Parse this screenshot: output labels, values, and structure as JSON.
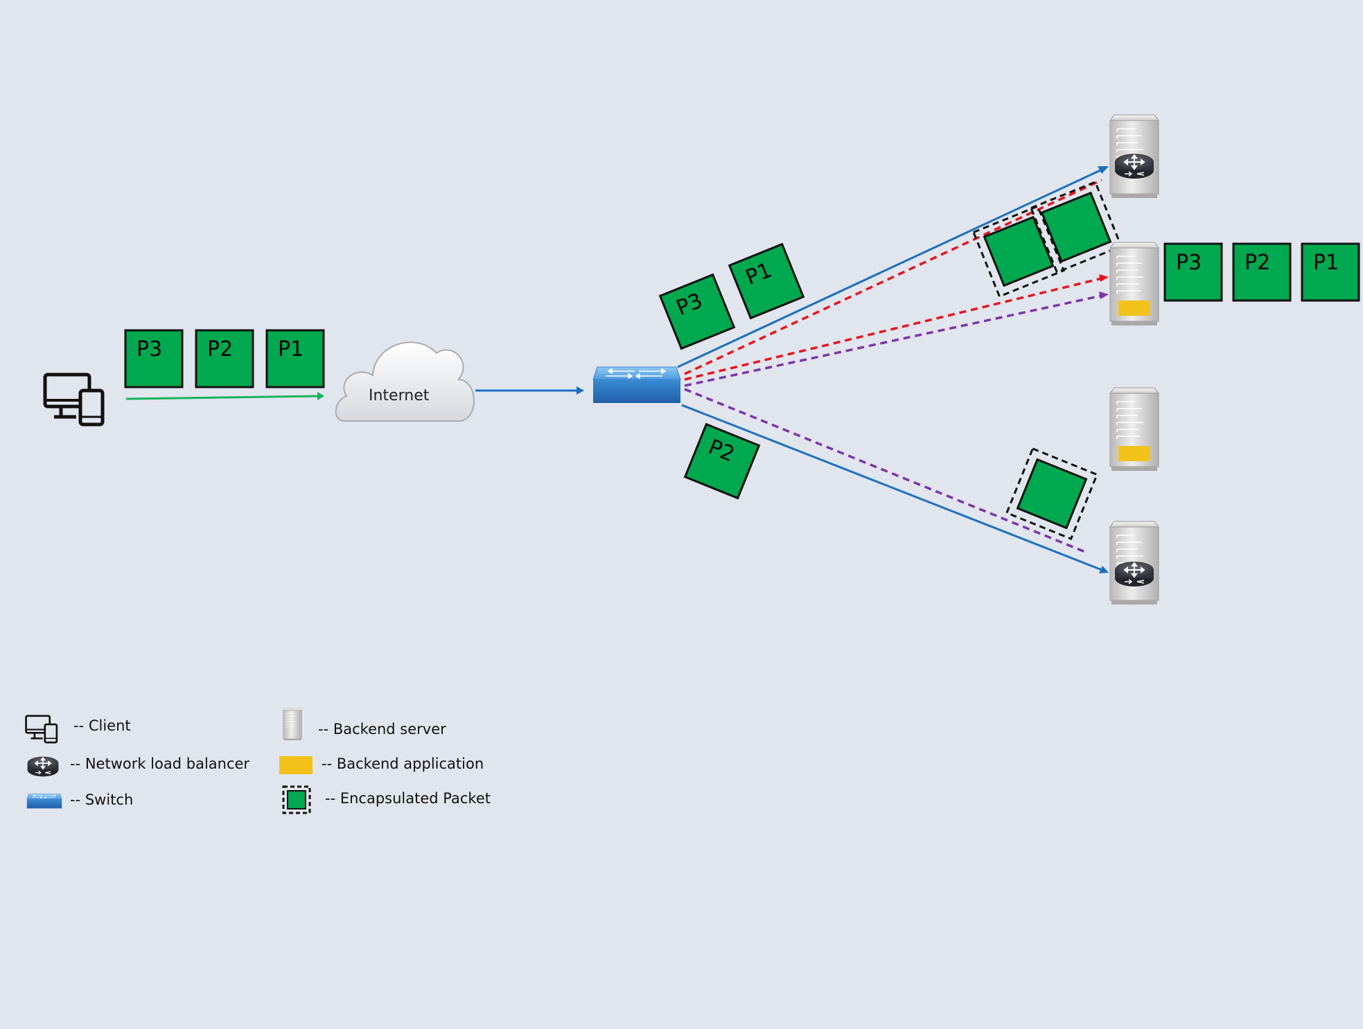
{
  "colors": {
    "background": "#e1e5ee",
    "packet": "#00a84f",
    "app": "#f2c21b",
    "blue": "#1a6fc0",
    "red": "#e8141b",
    "purple": "#7a35a8",
    "green": "#17b35a"
  },
  "cloud": {
    "label": "Internet"
  },
  "packets": {
    "client": [
      "P3",
      "P2",
      "P1"
    ],
    "upper": [
      "P3",
      "P1"
    ],
    "lower": [
      "P2"
    ],
    "arrived": [
      "P3",
      "P2",
      "P1"
    ]
  },
  "icons": {
    "client": "devices-icon",
    "cloud": "cloud-icon",
    "switch": "switch-icon",
    "server": "server-icon",
    "nlb": "router-icon"
  },
  "legend": {
    "client": "-- Client",
    "nlb": "-- Network load balancer",
    "switch": "-- Switch",
    "server": "-- Backend server",
    "app": "-- Backend application",
    "encap": "-- Encapsulated Packet"
  }
}
